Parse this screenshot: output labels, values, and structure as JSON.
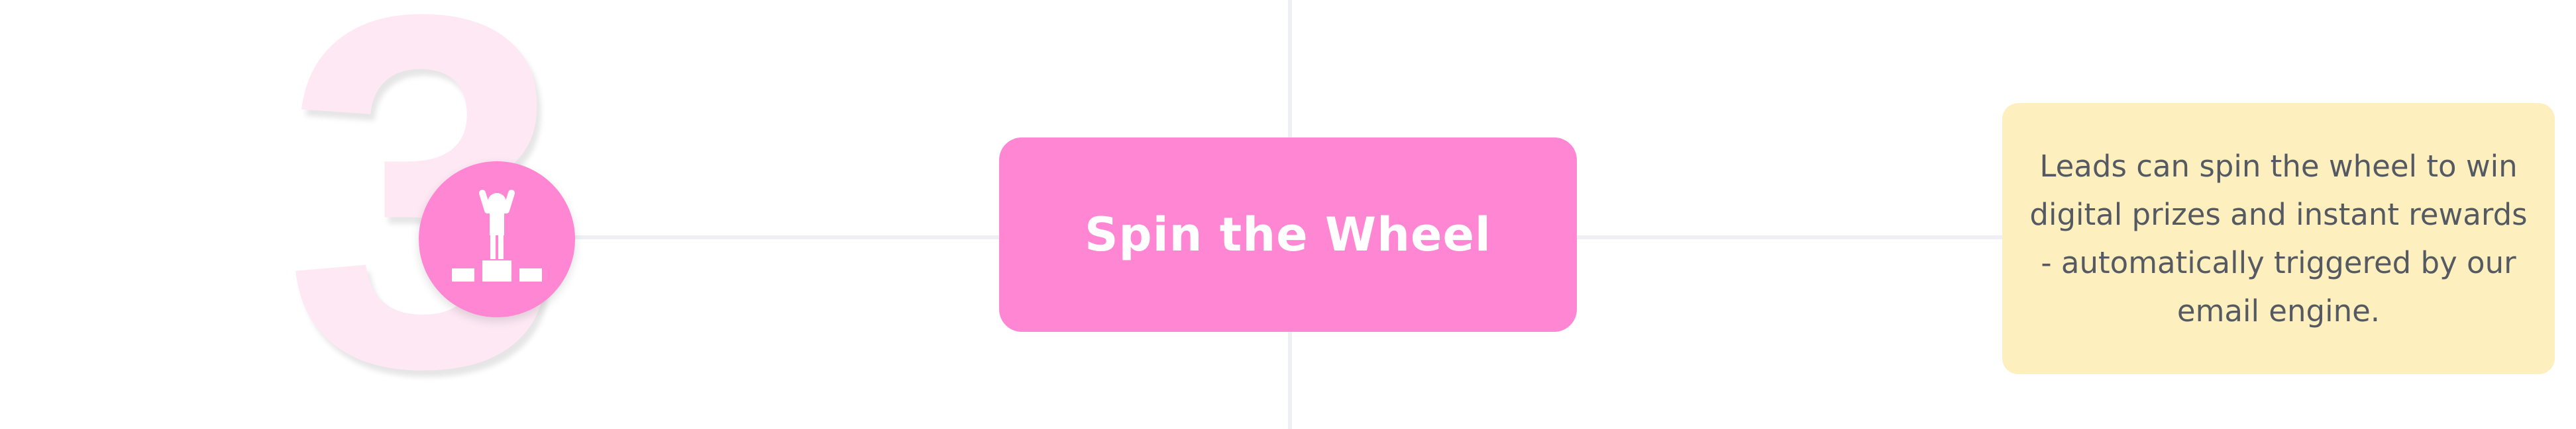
{
  "step": {
    "number": "3",
    "icon": "podium-winner-icon"
  },
  "action": {
    "label": "Spin the Wheel"
  },
  "note": {
    "text": "Leads can spin the wheel to win digital prizes and instant rewards - automatically triggered by our email engine."
  },
  "colors": {
    "accent_pink": "#ff86d3",
    "number_tint": "#fde8f4",
    "note_background": "#fdefbe",
    "connector_lines": "#eef0f6",
    "note_text": "#555a62"
  }
}
